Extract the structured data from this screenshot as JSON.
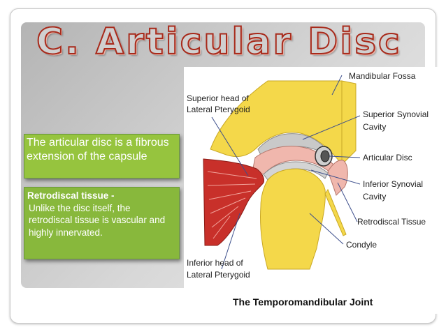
{
  "title": "C. Articular Disc",
  "box_definition": {
    "text": "The articular disc is a fibrous extension of the capsule"
  },
  "box_retrodiscal": {
    "heading": "Retrodiscal tissue -",
    "body": "Unlike the disc itself, the retrodiscal tissue is vascular and highly innervated."
  },
  "diagram": {
    "labels": {
      "mandibular_fossa": "Mandibular Fossa",
      "superior_head_1": "Superior head of",
      "superior_head_2": "Lateral Pterygoid",
      "superior_synovial_1": "Superior Synovial",
      "superior_synovial_2": "Cavity",
      "articular_disc": "Articular Disc",
      "inferior_synovial_1": "Inferior Synovial",
      "inferior_synovial_2": "Cavity",
      "retrodiscal_tissue": "Retrodiscal Tissue",
      "condyle": "Condyle",
      "inferior_head_1": "Inferior head of",
      "inferior_head_2": "Lateral Pterygoid"
    },
    "caption": "The Temporomandibular Joint",
    "colors": {
      "bone": "#f4d84a",
      "muscle": "#c8302a",
      "disc": "#f0b7ad",
      "synovial": "#c9c9c9"
    }
  }
}
